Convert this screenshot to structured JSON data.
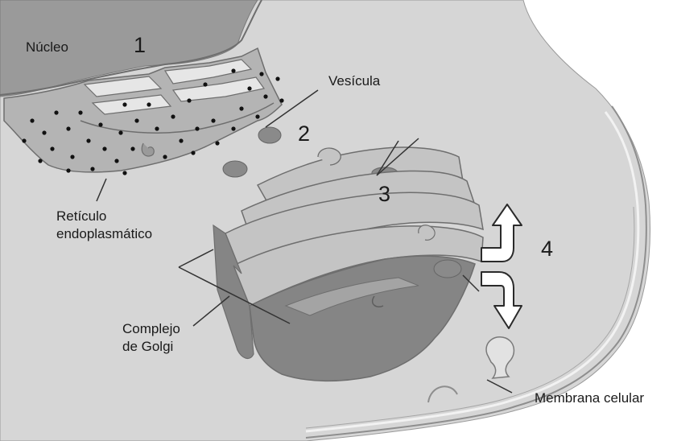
{
  "labels": {
    "nucleo": "Núcleo",
    "vesicula": "Vesícula",
    "reticulo_line1": "Retículo",
    "reticulo_line2": "endoplasmático",
    "golgi_line1": "Complejo",
    "golgi_line2": "de Golgi",
    "membrana": "Membrana celular"
  },
  "step_numbers": {
    "n1": "1",
    "n2": "2",
    "n3": "3",
    "n4": "4"
  },
  "colors": {
    "cytoplasm": "#d6d6d6",
    "nucleus": "#9a9a9a",
    "er_membrane": "#b4b4b4",
    "er_lumen": "#e6e6e6",
    "golgi_dark": "#858585",
    "golgi_light": "#c4c4c4",
    "ribosome": "#111111",
    "arrow_fill": "#ffffff",
    "leader_line": "#333333"
  }
}
